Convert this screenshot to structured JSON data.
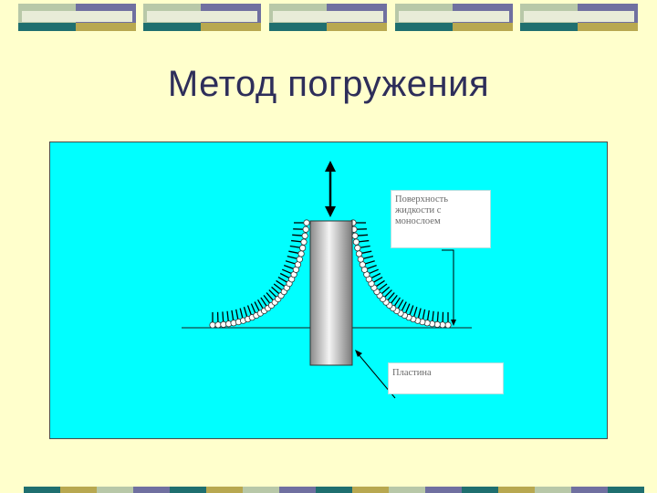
{
  "slide": {
    "title": "Метод погружения"
  },
  "diagram": {
    "label_surface": "Поверхность жидкости с монослоем",
    "label_plate": "Пластина"
  },
  "colors": {
    "background": "#ffffcc",
    "panel": "#00ffff",
    "title_text": "#2e2e5a",
    "deco_teal": "#1f6f6f",
    "deco_purple": "#7070a0",
    "deco_olive": "#b8a850",
    "deco_sage": "#b8c8a8"
  },
  "icons": {
    "arrow": "double-arrow-icon",
    "molecule": "amphiphilic-molecule-icon"
  }
}
